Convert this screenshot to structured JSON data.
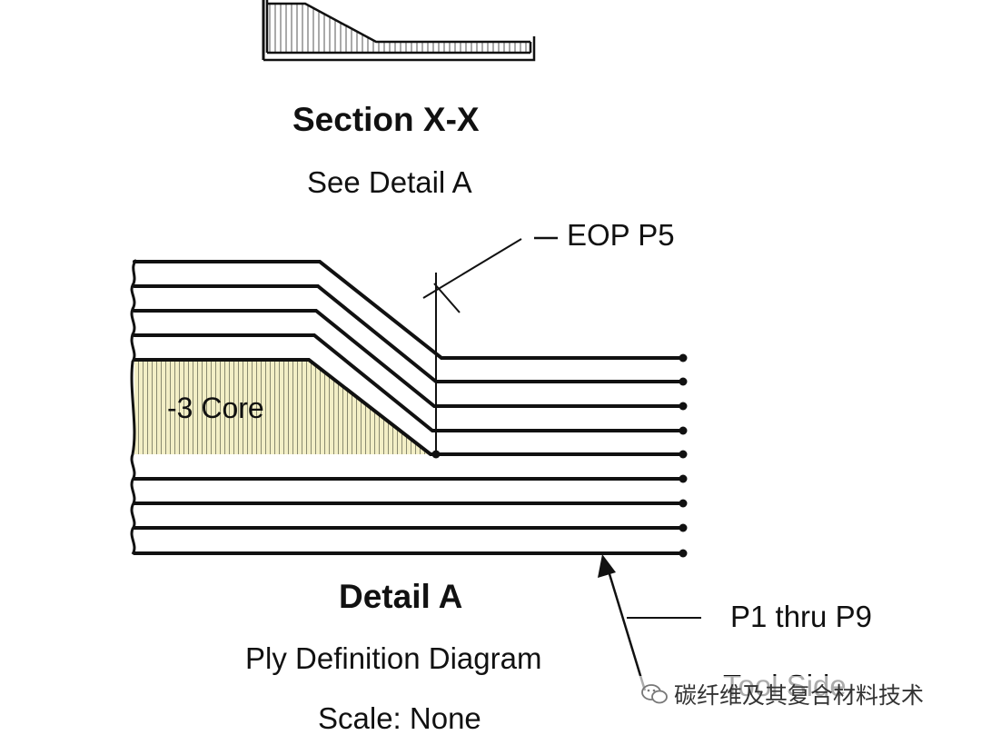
{
  "section": {
    "title": "Section X-X",
    "subtitle": "See Detail A"
  },
  "callouts": {
    "eop": "EOP P5",
    "core": "-3 Core",
    "plies": "P1 thru P9",
    "tool_side": "Tool Side"
  },
  "detail": {
    "title": "Detail A",
    "subtitle": "Ply Definition Diagram",
    "scale": "Scale: None"
  },
  "watermark": {
    "text": "碳纤维及其复合材料技术",
    "icon": "wechat-icon"
  },
  "colors": {
    "line": "#111111",
    "core_fill": "#f3efc6",
    "core_hatch": "#8a8a70",
    "section_hatch": "#555555"
  }
}
